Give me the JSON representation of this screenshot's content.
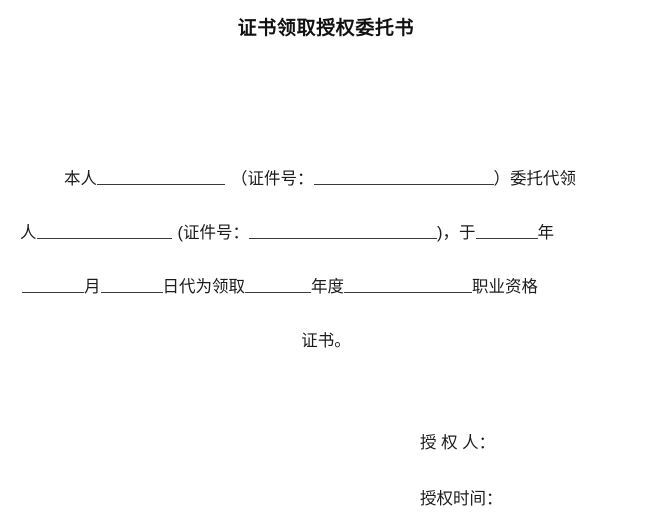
{
  "document": {
    "title": "证书领取授权委托书",
    "body": {
      "line1": {
        "prefix": "本人",
        "paren_open": "（证件号：",
        "paren_close": "）",
        "suffix": "委托代领"
      },
      "line2": {
        "prefix": "人",
        "paren_open": "(证件号：",
        "paren_close": ")",
        "comma": "，",
        "yu": "于",
        "year_unit": "年"
      },
      "line3": {
        "month_unit": "月",
        "day_unit": "日",
        "action": "代为领取",
        "year_label": "年度",
        "qualification": "职业资格"
      },
      "line4": {
        "closing": "证书。"
      }
    },
    "signature": {
      "authorizer_label": "授 权 人：",
      "date_label": "授权时间："
    }
  }
}
